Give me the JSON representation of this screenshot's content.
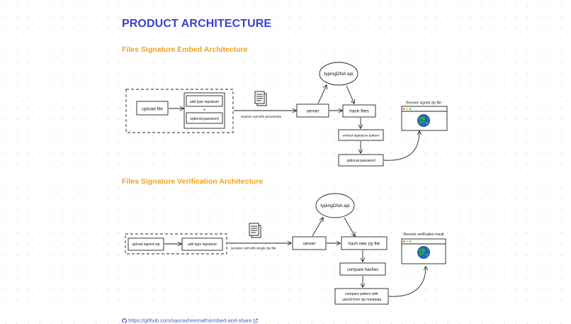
{
  "title": "PRODUCT ARCHITECTURE",
  "embed": {
    "title": "Files Signature Embed Architecture",
    "upload_file": "upload file",
    "add_type_signature": "add type signature",
    "plus": "+",
    "optional_password_inner": "optional  password",
    "session_label": "session call with documents",
    "server": "server",
    "typingdna": "typingDNA api",
    "hash_files": "hash files",
    "embed_pattern": "embed signature pattern",
    "optional_password": "optional password",
    "receive_label": "Receive signed zip file"
  },
  "verify": {
    "title": "Files Signature Verification Architecture",
    "upload_signed_zip": "upload signed zip",
    "add_type_signature": "add type signature",
    "session_label": "session call with single zip file",
    "server": "server",
    "typingdna": "typingDNA api",
    "hash_new_zip": "hash new zip file",
    "compare_hashes": "compare hashes",
    "compare_pattern_line1": "compare pattern with",
    "compare_pattern_line2": "userId from zip metadata",
    "receive_label": "Receive verification result"
  },
  "footer": {
    "link_text": "https://github.com/sauravhiremath/embed-and-share"
  },
  "icons": {
    "document": "document-stack-icon",
    "browser": "browser-globe-icon",
    "github": "github-icon",
    "external": "external-link-icon"
  },
  "colors": {
    "title": "#3a3fd0",
    "section": "#f0a21b",
    "link": "#3d56c9",
    "globe_blue": "#1f6fd1",
    "globe_green": "#3aa84a"
  }
}
